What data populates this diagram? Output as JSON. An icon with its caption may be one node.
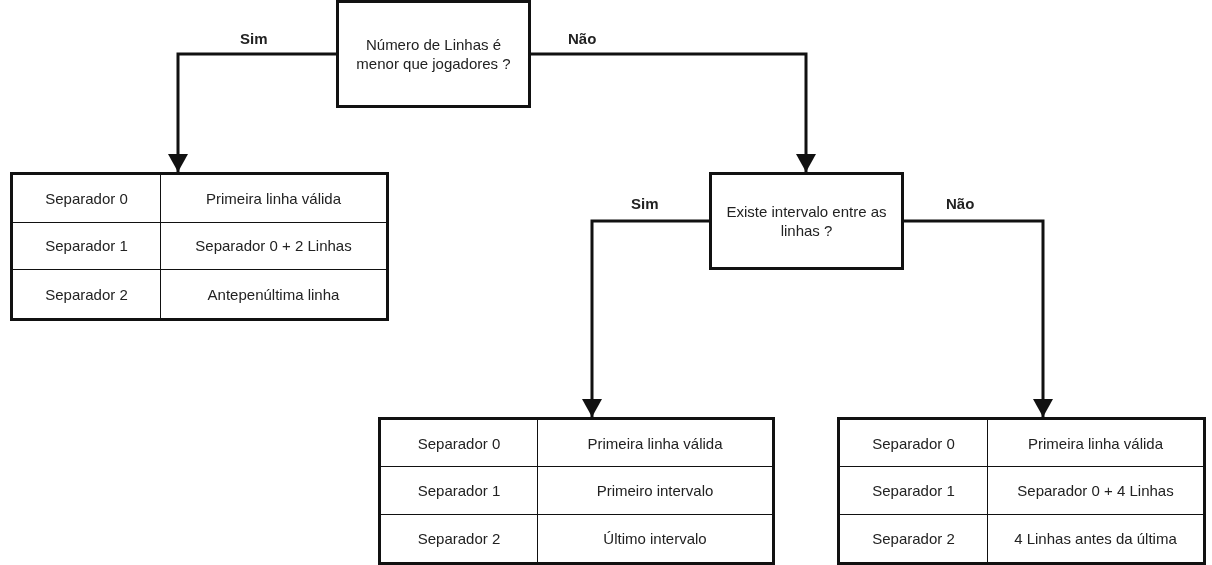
{
  "diagram": {
    "nodes": [
      {
        "text": [
          "Número de Linhas é menor que jogadores ?"
        ]
      },
      {
        "text": [
          "Separador 0",
          "Primeira linha válida",
          "Separador 1",
          "Separador 0 + 2 Linhas",
          "Separador 2",
          "Antepenúltima linha"
        ]
      },
      {
        "text": [
          "Existe intervalo entre as linhas ?"
        ]
      },
      {
        "text": [
          "Separador 0",
          "Primeira linha válida",
          "Separador 1",
          "Primeiro intervalo",
          "Separador 2",
          "Último intervalo"
        ]
      },
      {
        "text": [
          "Separador 0",
          "Primeira linha válida",
          "Separador 1",
          "Separador 0 + 4 Linhas",
          "Separador 2",
          "4 Linhas antes da última"
        ]
      }
    ],
    "edges": [
      {
        "from": 0,
        "to": 1,
        "arrow": "to",
        "label": "Sim"
      },
      {
        "from": 0,
        "to": 2,
        "arrow": "to",
        "label": "Não"
      },
      {
        "from": 2,
        "to": 3,
        "arrow": "to",
        "label": "Sim"
      },
      {
        "from": 2,
        "to": 4,
        "arrow": "to",
        "label": "Não"
      }
    ]
  }
}
